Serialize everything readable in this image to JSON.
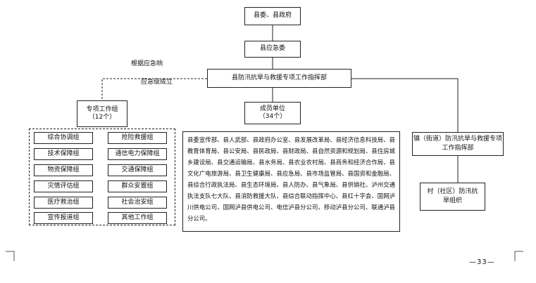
{
  "top": "县委、县政府",
  "yingjiwei": "县应急委",
  "hq": "县防汛抗旱与救援专项工作指挥部",
  "note_line1": "根据应急响",
  "note_line2": "应急级成立",
  "special_groups": {
    "title": "专项工作组",
    "count": "（12个）"
  },
  "members_box": {
    "title": "成员单位",
    "count": "（34个）"
  },
  "groups": [
    "综合协调组",
    "抢险救援组",
    "技术保障组",
    "通信电力保障组",
    "物资保障组",
    "交通保障组",
    "灾情评估组",
    "群众安置组",
    "医疗救治组",
    "社会治安组",
    "宣传报道组",
    "其他工作组"
  ],
  "members_text": "县委宣传部、县人武部、县政府办公室、县发展改革局、县经济信息科技局、县教育体育局、县公安局、县民政局、县财政局、县自然资源和规划局、县住房城乡建设局、县交通运输局、县水务局、县农业农村局、县商务和经济合作局、县文化广电旅游局、县卫生健康局、县应急局、县市场监管局、县国资和金融局、县综合行政执法局、县生态环境局、县人防办、县气象局、县供销社、泸州交通执法支队七大队、县消防救援大队、县综合联动指挥中心、县红十字会、国网泸川供电公司、国网泸县供电公司、电信泸县分公司、移动泸县分公司、联通泸县分公司。",
  "town": "镇（街道）防汛抗旱与救援专项工作指挥部",
  "village": "村（社区）防汛抗旱组织",
  "page_number": "—33—"
}
